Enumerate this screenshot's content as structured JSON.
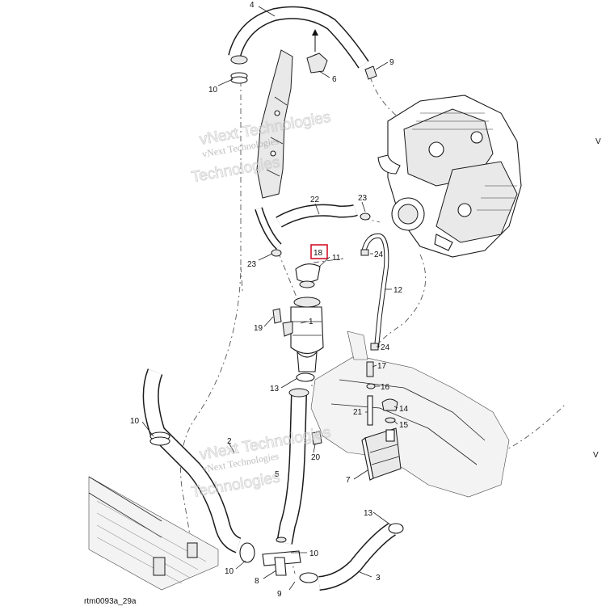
{
  "watermark": {
    "line1": "vNext Technologies",
    "line2": "Technologies"
  },
  "labels": {
    "l1": "1",
    "l2": "2",
    "l3": "3",
    "l4": "4",
    "l5": "5",
    "l6": "6",
    "l7": "7",
    "l8": "8",
    "l9": "9",
    "l10a": "10",
    "l10b": "10",
    "l10c": "10",
    "l10d": "10",
    "l11": "11",
    "l12": "12",
    "l13a": "13",
    "l13b": "13",
    "l14": "14",
    "l15": "15",
    "l16": "16",
    "l17": "17",
    "l18": "18",
    "l19": "19",
    "l20": "20",
    "l21": "21",
    "l22": "22",
    "l23a": "23",
    "l23b": "23",
    "l24a": "24",
    "l24b": "24",
    "edge_v1": "V",
    "edge_v2": "V"
  },
  "highlight": {
    "color": "#d0021b",
    "part": "18"
  },
  "footer_code": "rtm0093a_29a"
}
